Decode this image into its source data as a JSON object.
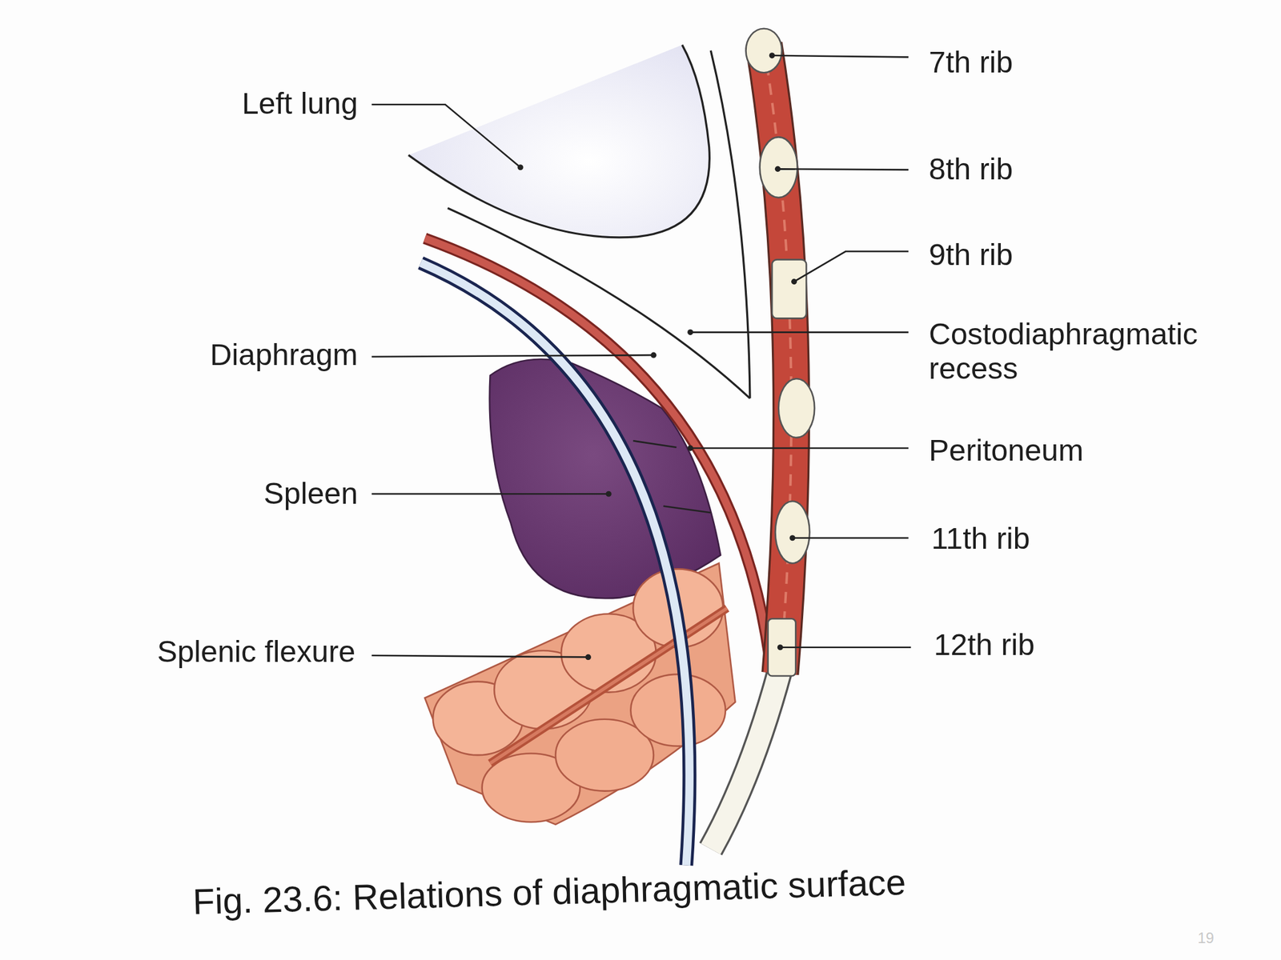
{
  "diagram": {
    "caption": "Fig. 23.6: Relations of diaphragmatic surface",
    "labels": [
      "Left lung",
      "Diaphragm",
      "Spleen",
      "Splenic flexure",
      "7th rib",
      "8th rib",
      "9th rib",
      "Costodiaphragmatic recess",
      "Peritoneum",
      "11th rib",
      "12th rib",
      "19"
    ]
  }
}
